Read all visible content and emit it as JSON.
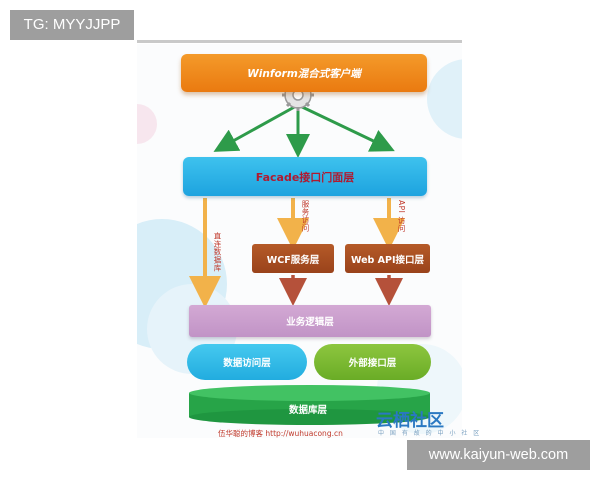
{
  "tg_label": "TG: MYYJJPP",
  "diagram": {
    "client": "Winform混合式客户端",
    "facade": "Facade接口门面层",
    "wcf": "WCF服务层",
    "webapi": "Web  API接口层",
    "logic": "业务逻辑层",
    "data_access": "数据访问层",
    "external": "外部接口层",
    "database": "数据库层",
    "arrow_direct": "直连数据库",
    "arrow_service": "服务访问",
    "arrow_api": "API 访问",
    "blog": "伍华聪的博客 http://wuhuacong.cn",
    "brand": "云栖社区",
    "brand_sub": "中 国 有 故 的 中 小 社 区"
  },
  "watermark": "www.kaiyun-web.com",
  "colors": {
    "client": "#ee8519",
    "facade": "#25aee4",
    "service": "#a94e22",
    "logic": "#c99dcc",
    "data_access": "#2fb8e8",
    "external": "#79b72f",
    "database": "#2eae4f",
    "arrow_green": "#2e9b4a",
    "arrow_orange": "#f2b24a",
    "arrow_brown": "#b5513a"
  }
}
